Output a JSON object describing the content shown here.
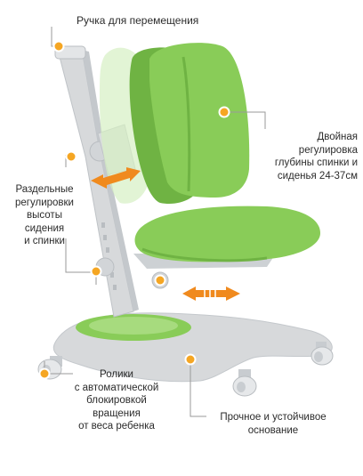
{
  "colors": {
    "seat_green": "#89CC58",
    "seat_green_dark": "#6FB343",
    "frame_grey": "#D7D9DB",
    "frame_grey_dark": "#B9BDC1",
    "callout_orange": "#F5A623",
    "arrow_orange": "#F08A1E",
    "leader_line": "#9A9A9A"
  },
  "labels": {
    "handle": "Ручка для перемещения",
    "depth": [
      "Двойная",
      "регулировка",
      "глубины спинки и",
      "сиденья 24-37см"
    ],
    "height": [
      "Раздельные",
      "регулировки",
      "высоты",
      "сидения",
      "и спинки"
    ],
    "wheels": [
      "Ролики",
      "с автоматической",
      "блокировкой",
      "вращения",
      "от веса ребенка"
    ],
    "base": [
      "Прочное и устойчивое",
      "основание"
    ]
  },
  "icons": {
    "callout": "dot-callout-icon",
    "arrows": "double-arrow-icon"
  }
}
